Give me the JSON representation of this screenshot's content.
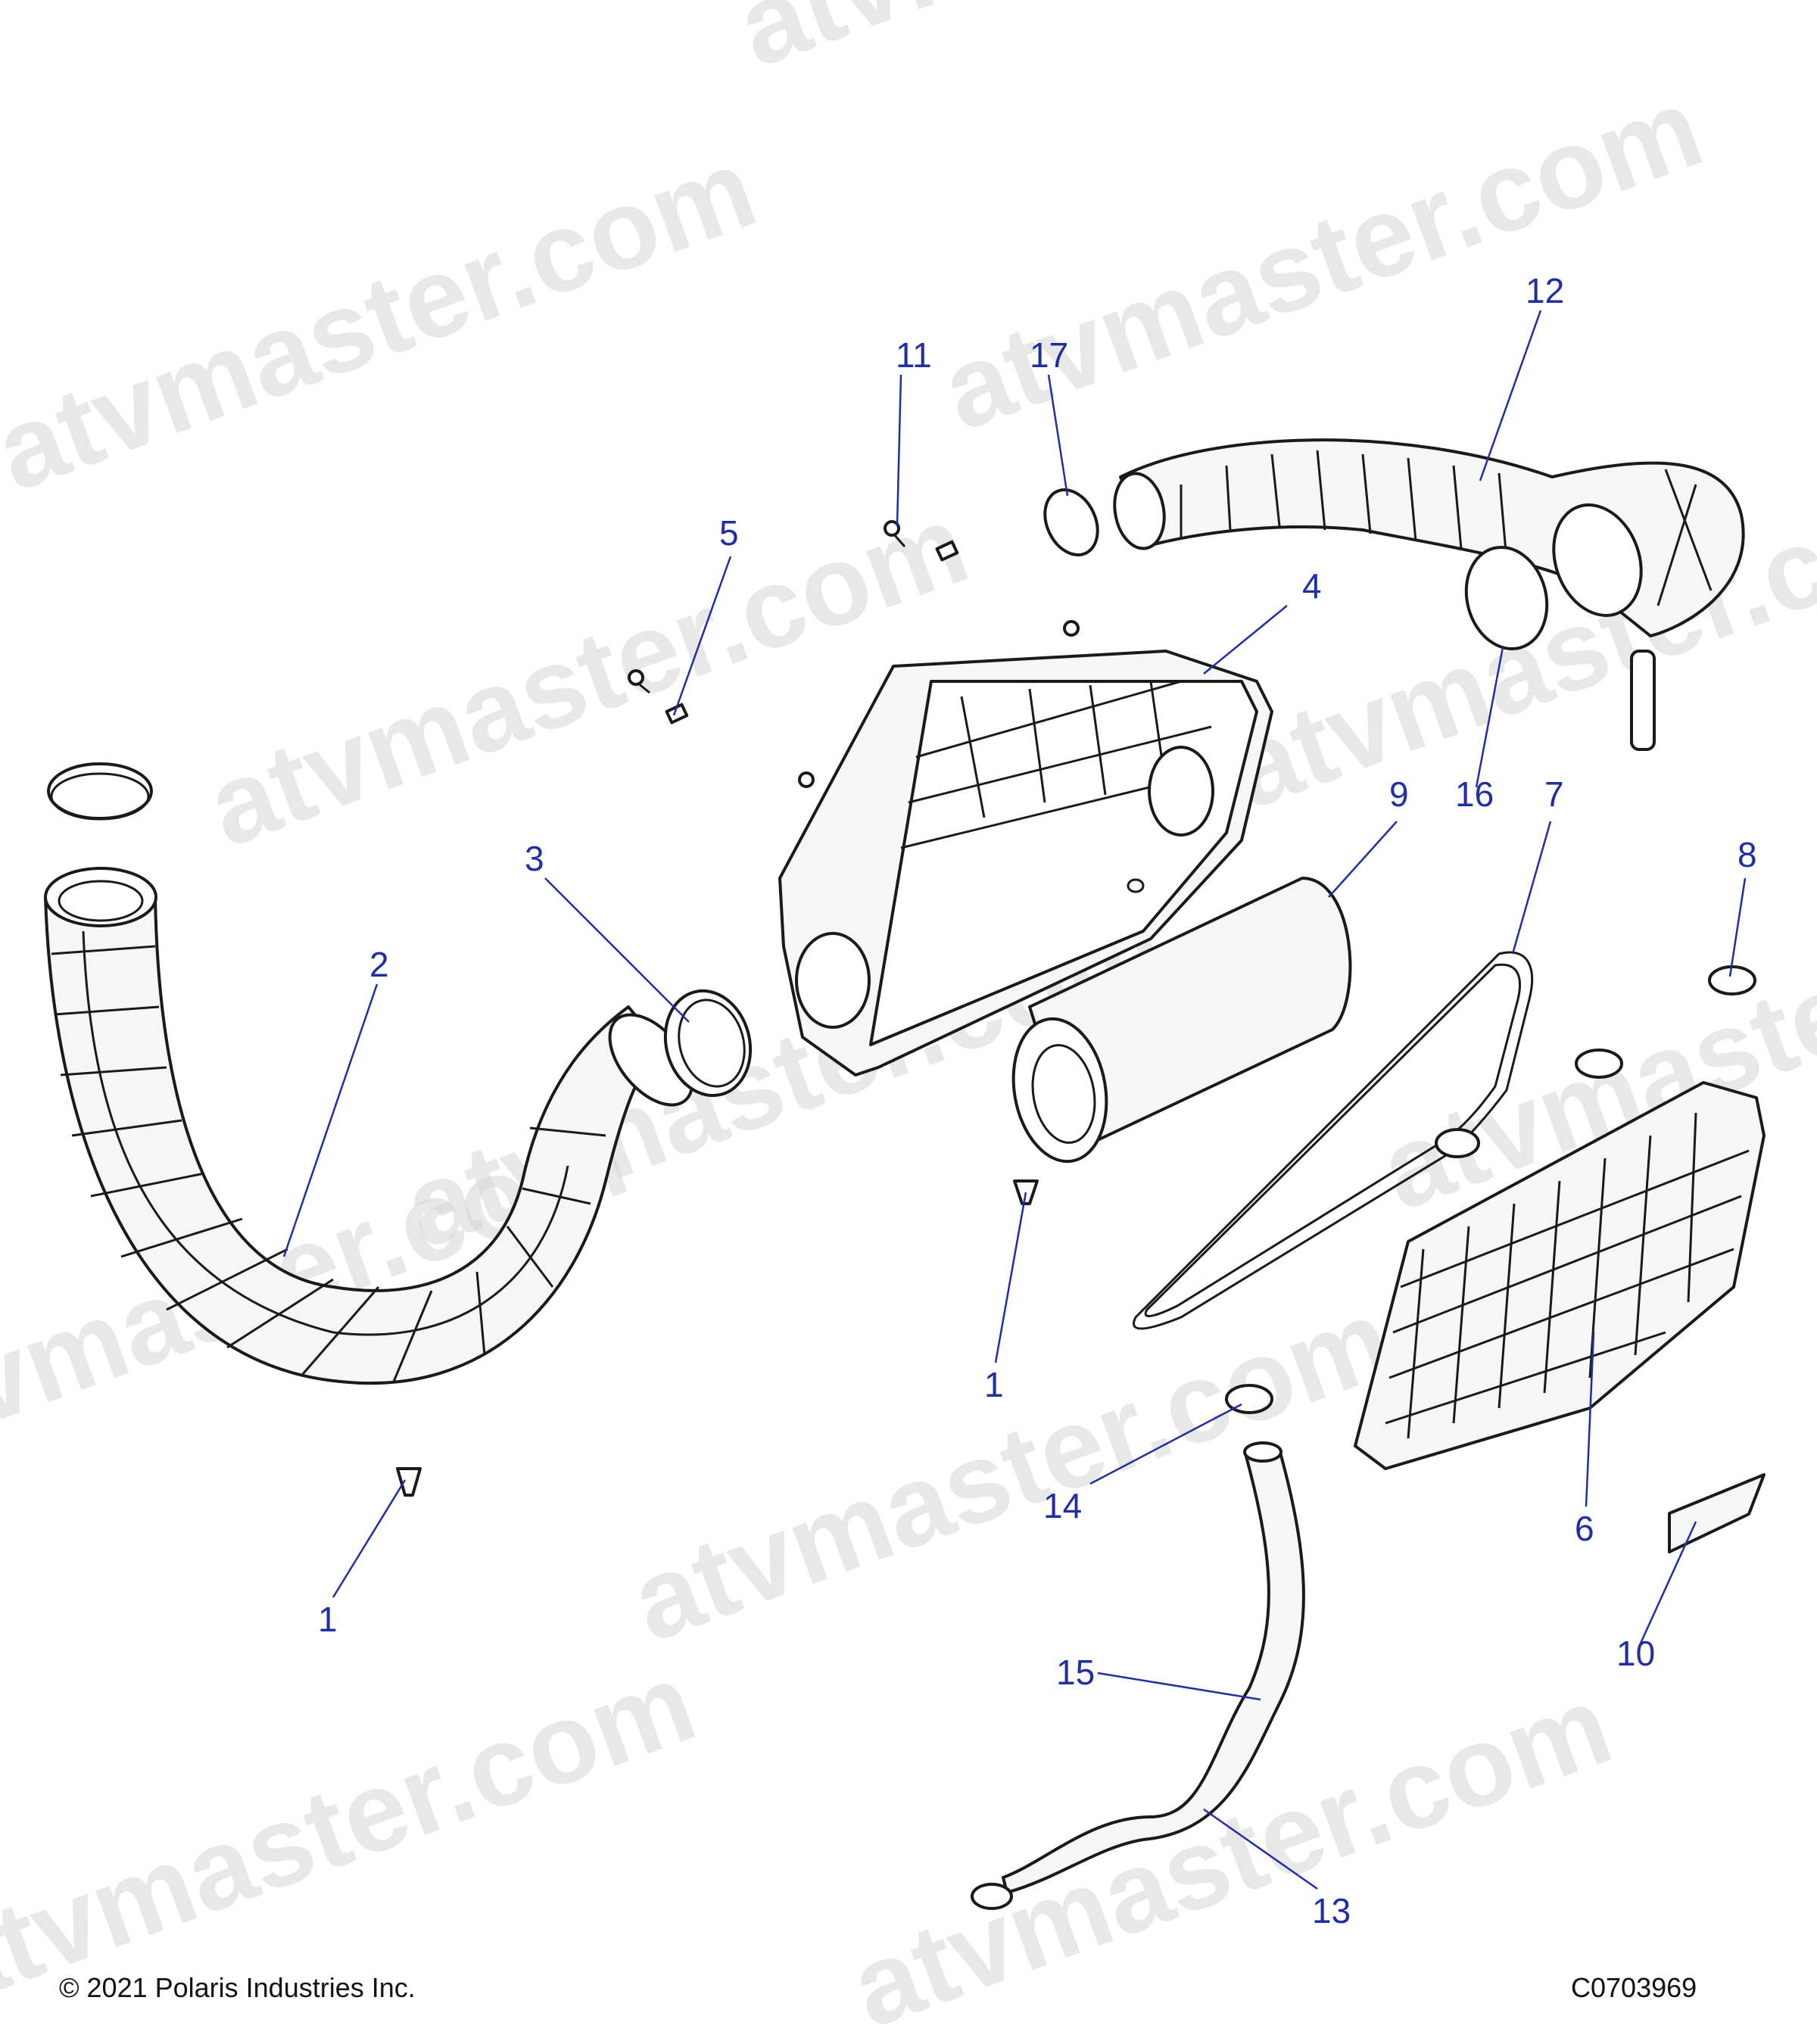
{
  "watermark": "atvmaster.com",
  "copyright": "© 2021 Polaris Industries Inc.",
  "diagram_code": "C0703969",
  "callouts": [
    {
      "id": "1a",
      "label": "1"
    },
    {
      "id": "1b",
      "label": "1"
    },
    {
      "id": "2",
      "label": "2"
    },
    {
      "id": "3",
      "label": "3"
    },
    {
      "id": "4",
      "label": "4"
    },
    {
      "id": "5",
      "label": "5"
    },
    {
      "id": "6",
      "label": "6"
    },
    {
      "id": "7",
      "label": "7"
    },
    {
      "id": "8",
      "label": "8"
    },
    {
      "id": "9",
      "label": "9"
    },
    {
      "id": "10",
      "label": "10"
    },
    {
      "id": "11",
      "label": "11"
    },
    {
      "id": "12",
      "label": "12"
    },
    {
      "id": "13",
      "label": "13"
    },
    {
      "id": "14",
      "label": "14"
    },
    {
      "id": "15",
      "label": "15"
    },
    {
      "id": "16",
      "label": "16"
    },
    {
      "id": "17",
      "label": "17"
    }
  ]
}
